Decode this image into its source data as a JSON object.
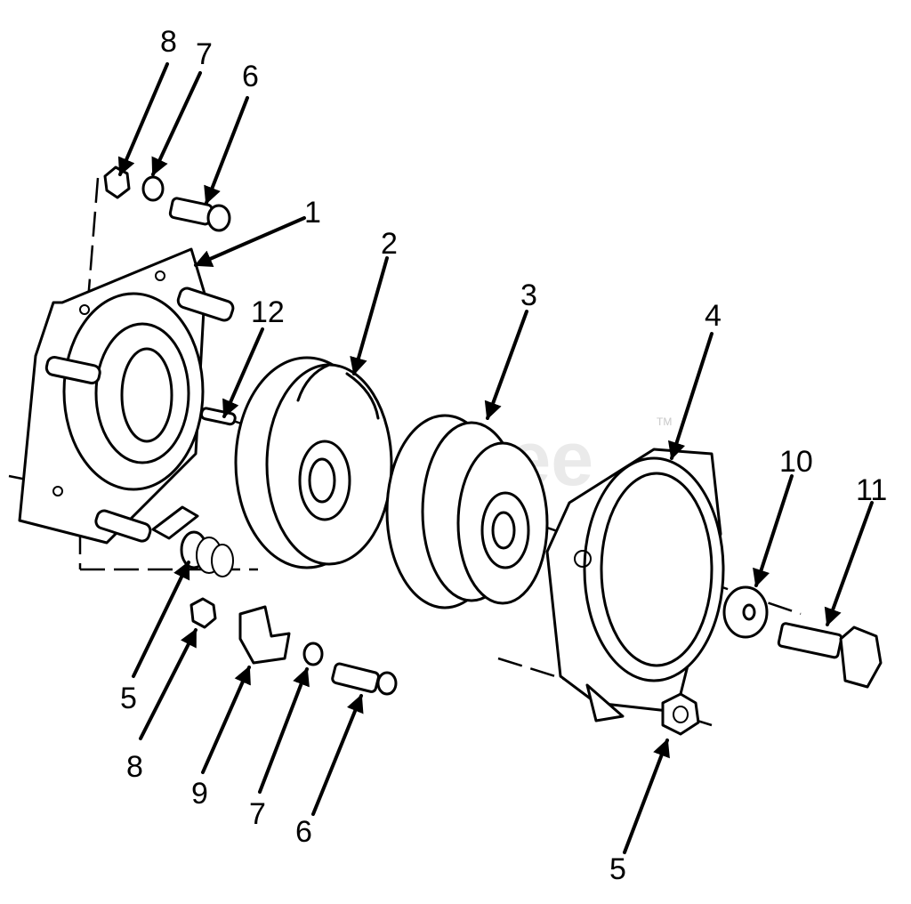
{
  "watermark": {
    "text": "PartsTree",
    "trademark": "TM"
  },
  "callouts": [
    {
      "id": "label-8-top",
      "text": "8"
    },
    {
      "id": "label-7-top",
      "text": "7"
    },
    {
      "id": "label-6-top",
      "text": "6"
    },
    {
      "id": "label-1",
      "text": "1"
    },
    {
      "id": "label-2",
      "text": "2"
    },
    {
      "id": "label-12",
      "text": "12"
    },
    {
      "id": "label-3",
      "text": "3"
    },
    {
      "id": "label-4",
      "text": "4"
    },
    {
      "id": "label-10",
      "text": "10"
    },
    {
      "id": "label-11",
      "text": "11"
    },
    {
      "id": "label-5-left",
      "text": "5"
    },
    {
      "id": "label-8-bottom",
      "text": "8"
    },
    {
      "id": "label-9",
      "text": "9"
    },
    {
      "id": "label-7-bottom",
      "text": "7"
    },
    {
      "id": "label-6-bottom",
      "text": "6"
    },
    {
      "id": "label-5-bottom",
      "text": "5"
    }
  ]
}
